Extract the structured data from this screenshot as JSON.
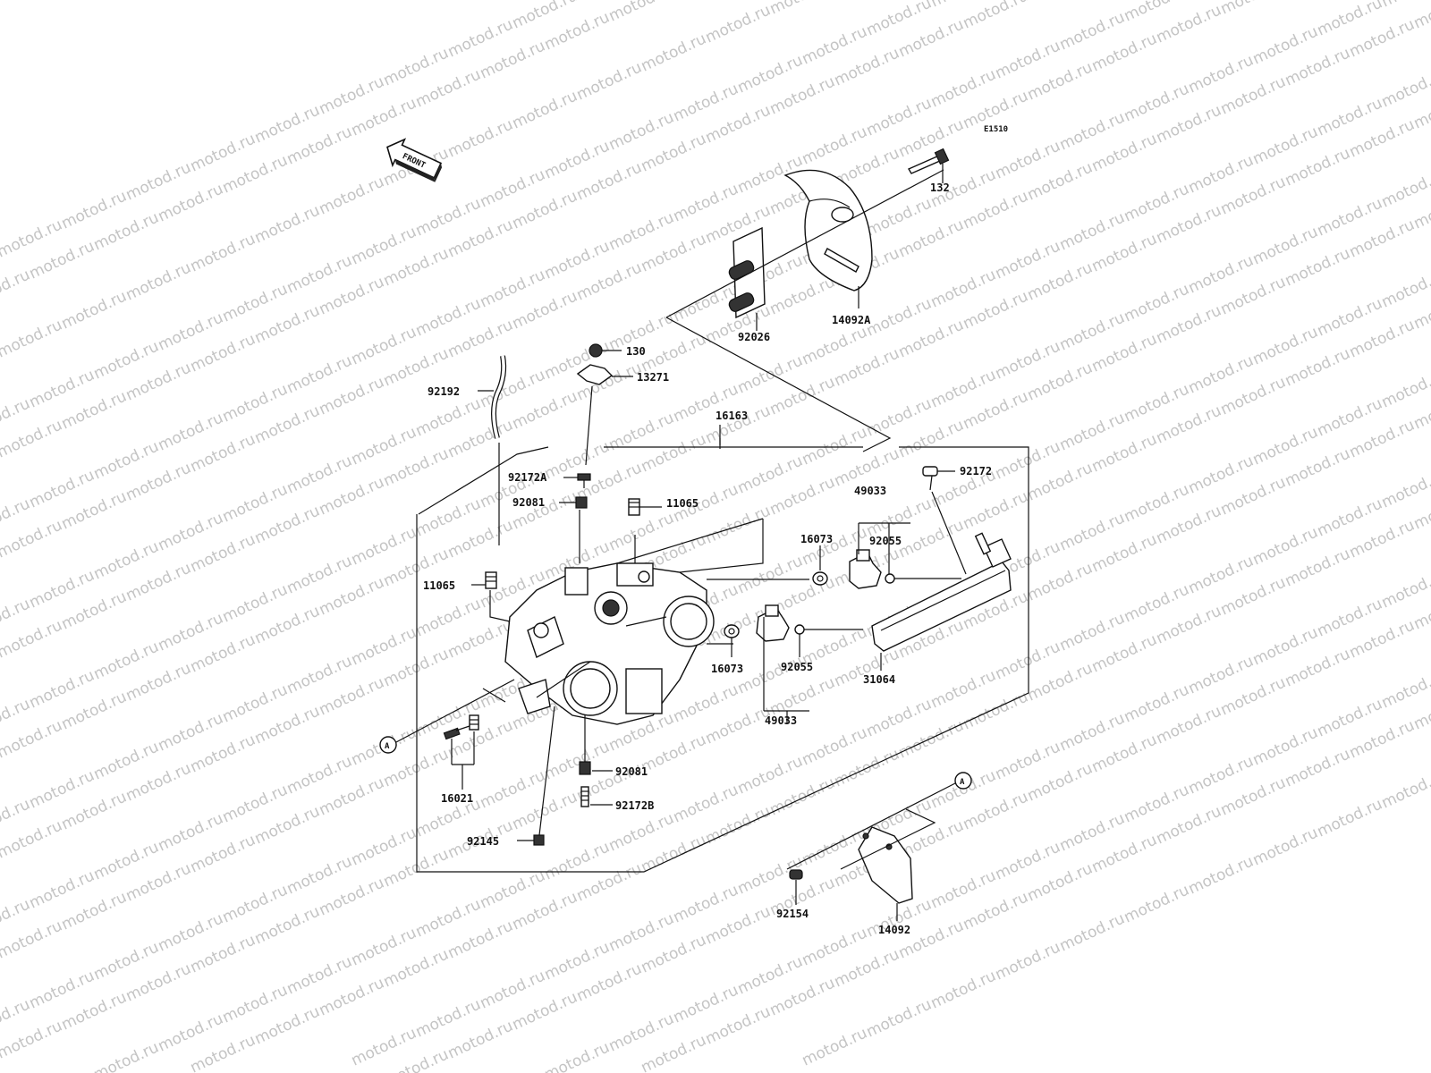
{
  "diagram": {
    "code": "E1510",
    "front_label": "FRONT",
    "watermark": "motod.ru",
    "ref_mark": "A",
    "labels": {
      "p132": "132",
      "p14092A": "14092A",
      "p92026": "92026",
      "p130": "130",
      "p13271": "13271",
      "p92192": "92192",
      "p16163": "16163",
      "p92172A": "92172A",
      "p92081_top": "92081",
      "p11065_top": "11065",
      "p11065_left": "11065",
      "p16073_top": "16073",
      "p49033_top": "49033",
      "p92055_top": "92055",
      "p92172": "92172",
      "p16073_bot": "16073",
      "p92055_bot": "92055",
      "p49033_bot": "49033",
      "p31064": "31064",
      "p92081_bot": "92081",
      "p92172B": "92172B",
      "p16021": "16021",
      "p92145": "92145",
      "p92154": "92154",
      "p14092": "14092"
    }
  }
}
